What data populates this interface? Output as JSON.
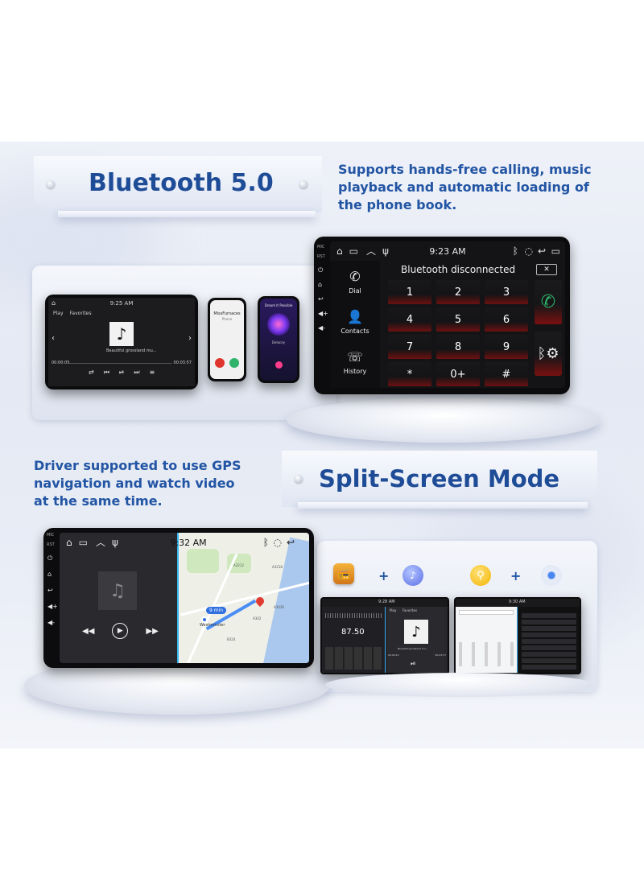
{
  "bluetooth_section": {
    "banner_title": "Bluetooth 5.0",
    "description_lines": [
      "Supports hands-free calling, music",
      "playback and automatic loading of",
      "the phone book."
    ]
  },
  "music_screen": {
    "time": "9:25 AM",
    "tabs": [
      "Play",
      "Favorites"
    ],
    "track": "Beautiful grossland mu...",
    "elapsed": "00:00:05",
    "duration": "00:03:57"
  },
  "phone_call": {
    "caller": "MissFurnaces",
    "status": "Phone"
  },
  "phone_music": {
    "title": "Dream It Possible",
    "artist": "Delacey"
  },
  "dialer": {
    "time": "9:23 AM",
    "status_text": "Bluetooth disconnected",
    "side_labels": {
      "button1": "MIC",
      "button2": "RST"
    },
    "nav": [
      {
        "label": "Dial",
        "icon": "phone-icon"
      },
      {
        "label": "Contacts",
        "icon": "person-icon"
      },
      {
        "label": "History",
        "icon": "history-icon"
      }
    ],
    "keys": [
      "1",
      "2",
      "3",
      "4",
      "5",
      "6",
      "7",
      "8",
      "9",
      "*",
      "0+",
      "#"
    ],
    "accent_red": "#7a1010",
    "call_green": "#2fb36a"
  },
  "split_section": {
    "banner_title": "Split-Screen Mode",
    "description_lines": [
      "Driver supported to use GPS",
      "navigation and watch video",
      "at the same time."
    ]
  },
  "split_screen": {
    "time": "9:32 AM",
    "side_labels": {
      "button1": "MIC",
      "button2": "RST"
    },
    "map": {
      "eta": "9 min",
      "place": "Westminster",
      "roads": [
        "A3212",
        "A3218",
        "A3036",
        "B324",
        "A302"
      ]
    }
  },
  "combos": {
    "time_left": "9:28 AM",
    "time_right": "9:30 AM",
    "radio_frequency": "87.50",
    "music_tabs": [
      "Play",
      "Favorites"
    ],
    "track": "Beautiful grossland mu...",
    "elapsed": "00:00:43",
    "duration": "00:03:57"
  }
}
